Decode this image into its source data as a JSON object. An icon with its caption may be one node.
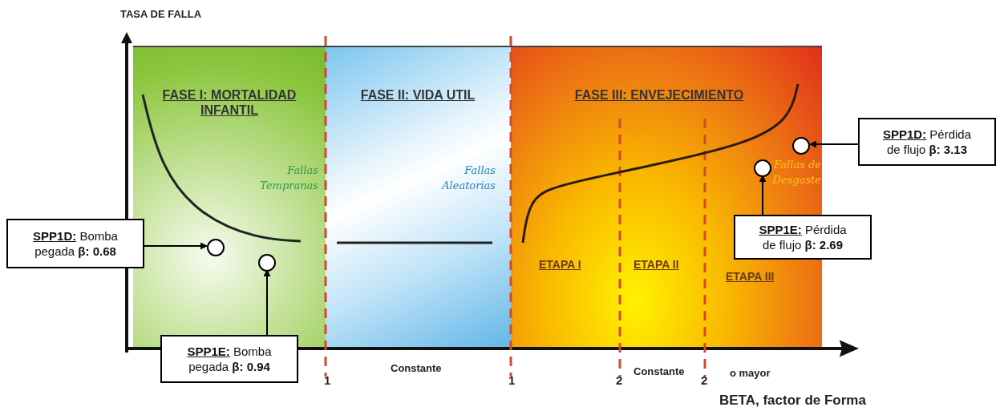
{
  "diagram": {
    "nodes": [
      {
        "text": [
          "FASE I: MORTALIDAD INFANTIL",
          "Fallas Tempranas"
        ]
      },
      {
        "text": [
          "FASE II: VIDA UTIL",
          "Fallas Aleatorias"
        ]
      },
      {
        "text": [
          "FASE III: ENVEJECIMIENTO",
          "Fallas de Desgaste"
        ]
      },
      {
        "text": [],
        "shape": "circle",
        "in": 0
      },
      {
        "text": [],
        "shape": "circle",
        "in": 0
      },
      {
        "text": [],
        "shape": "circle",
        "in": 2
      },
      {
        "text": [],
        "shape": "circle",
        "in": 2
      },
      {
        "text": [
          "**SPP1D:** Bomba pegada **β: 0.68**"
        ]
      },
      {
        "text": [
          "**SPP1E:** Bomba pegada **β: 0.94**"
        ]
      },
      {
        "text": [
          "**SPP1E:** Pérdida de flujo **β: 2.69**"
        ]
      },
      {
        "text": [
          "**SPP1D:** Pérdida de flujo **β: 3.13**"
        ]
      }
    ],
    "edges": [
      {
        "from": 7,
        "to": 3,
        "arrow": "to"
      },
      {
        "from": 8,
        "to": 4,
        "arrow": "to"
      },
      {
        "from": 9,
        "to": 5,
        "arrow": "to"
      },
      {
        "from": 10,
        "to": 6,
        "arrow": "to"
      }
    ],
    "labels": [
      "TASA DE FALLA",
      "ETAPA I",
      "ETAPA II",
      "ETAPA III",
      "1",
      "Constante",
      "1",
      "2",
      "Constante",
      "2",
      "o mayor",
      "BETA, factor de Forma"
    ]
  }
}
